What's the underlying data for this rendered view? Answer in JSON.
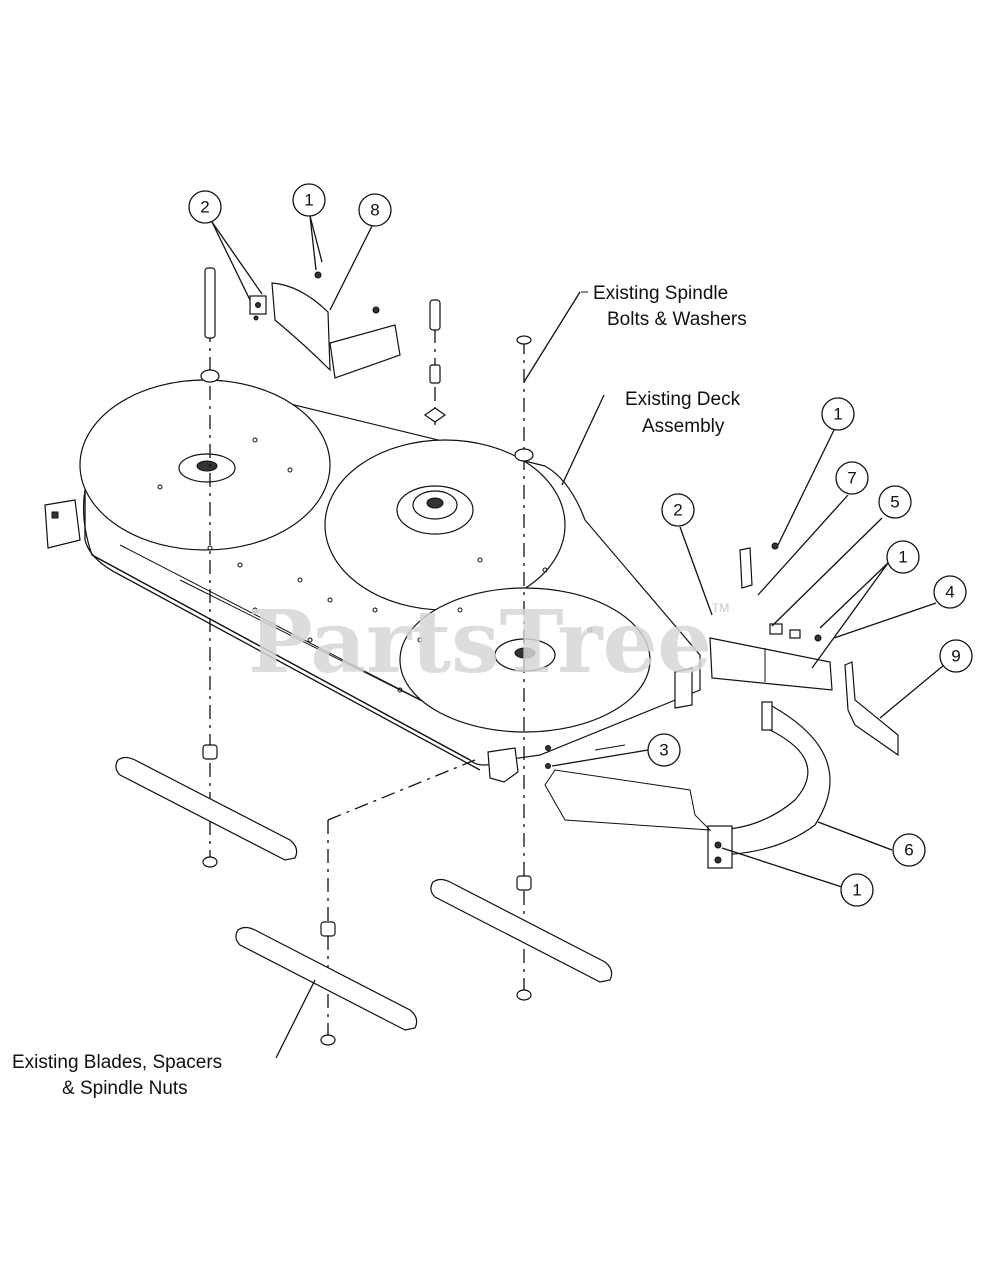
{
  "watermark": {
    "text": "PartsTree",
    "tm": "TM"
  },
  "labels": {
    "spindle_bolts": [
      "Existing Spindle",
      "Bolts & Washers"
    ],
    "deck_assembly": [
      "Existing Deck",
      "Assembly"
    ],
    "blades_spacers": [
      "Existing Blades, Spacers",
      "& Spindle Nuts"
    ]
  },
  "callouts": [
    {
      "num": "2"
    },
    {
      "num": "1"
    },
    {
      "num": "8"
    },
    {
      "num": "1"
    },
    {
      "num": "7"
    },
    {
      "num": "2"
    },
    {
      "num": "5"
    },
    {
      "num": "1"
    },
    {
      "num": "4"
    },
    {
      "num": "9"
    },
    {
      "num": "3"
    },
    {
      "num": "6"
    },
    {
      "num": "1"
    }
  ]
}
